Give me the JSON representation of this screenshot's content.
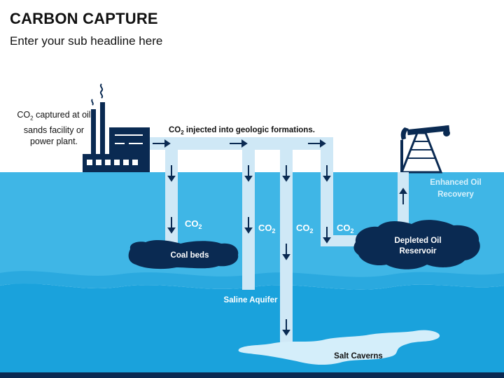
{
  "title": "CARBON CAPTURE",
  "subtitle": "Enter your sub headline here",
  "source_note": {
    "co2_main": "CO",
    "co2_sub": "2",
    "rest": " captured at oil sands facility or power plant."
  },
  "pipeline_label": {
    "co2_main": "CO",
    "co2_sub": "2",
    "rest": " injected into geologic formations."
  },
  "co2_tags": [
    {
      "main": "CO",
      "sub": "2"
    },
    {
      "main": "CO",
      "sub": "2"
    },
    {
      "main": "CO",
      "sub": "2"
    },
    {
      "main": "CO",
      "sub": "2"
    }
  ],
  "formations": {
    "coal_beds": "Coal beds",
    "saline_aquifer": "Saline Aquifer",
    "depleted_reservoir_line1": "Depleted Oil",
    "depleted_reservoir_line2": "Reservoir",
    "salt_caverns": "Salt Caverns",
    "enhanced_recovery_line1": "Enhanced Oil",
    "enhanced_recovery_line2": "Recovery"
  },
  "colors": {
    "navy": "#0a2a52",
    "water_upper": "#3fb6e6",
    "water_lower": "#1aa2dc",
    "pipe": "#cfe8f6",
    "label_light": "#ffffff",
    "label_accent": "#d9f1fb",
    "footer_band": "#0a2a52"
  },
  "icons": [
    "factory-icon",
    "oil-pump-icon",
    "down-arrow-icon",
    "right-arrow-icon",
    "up-arrow-icon"
  ]
}
